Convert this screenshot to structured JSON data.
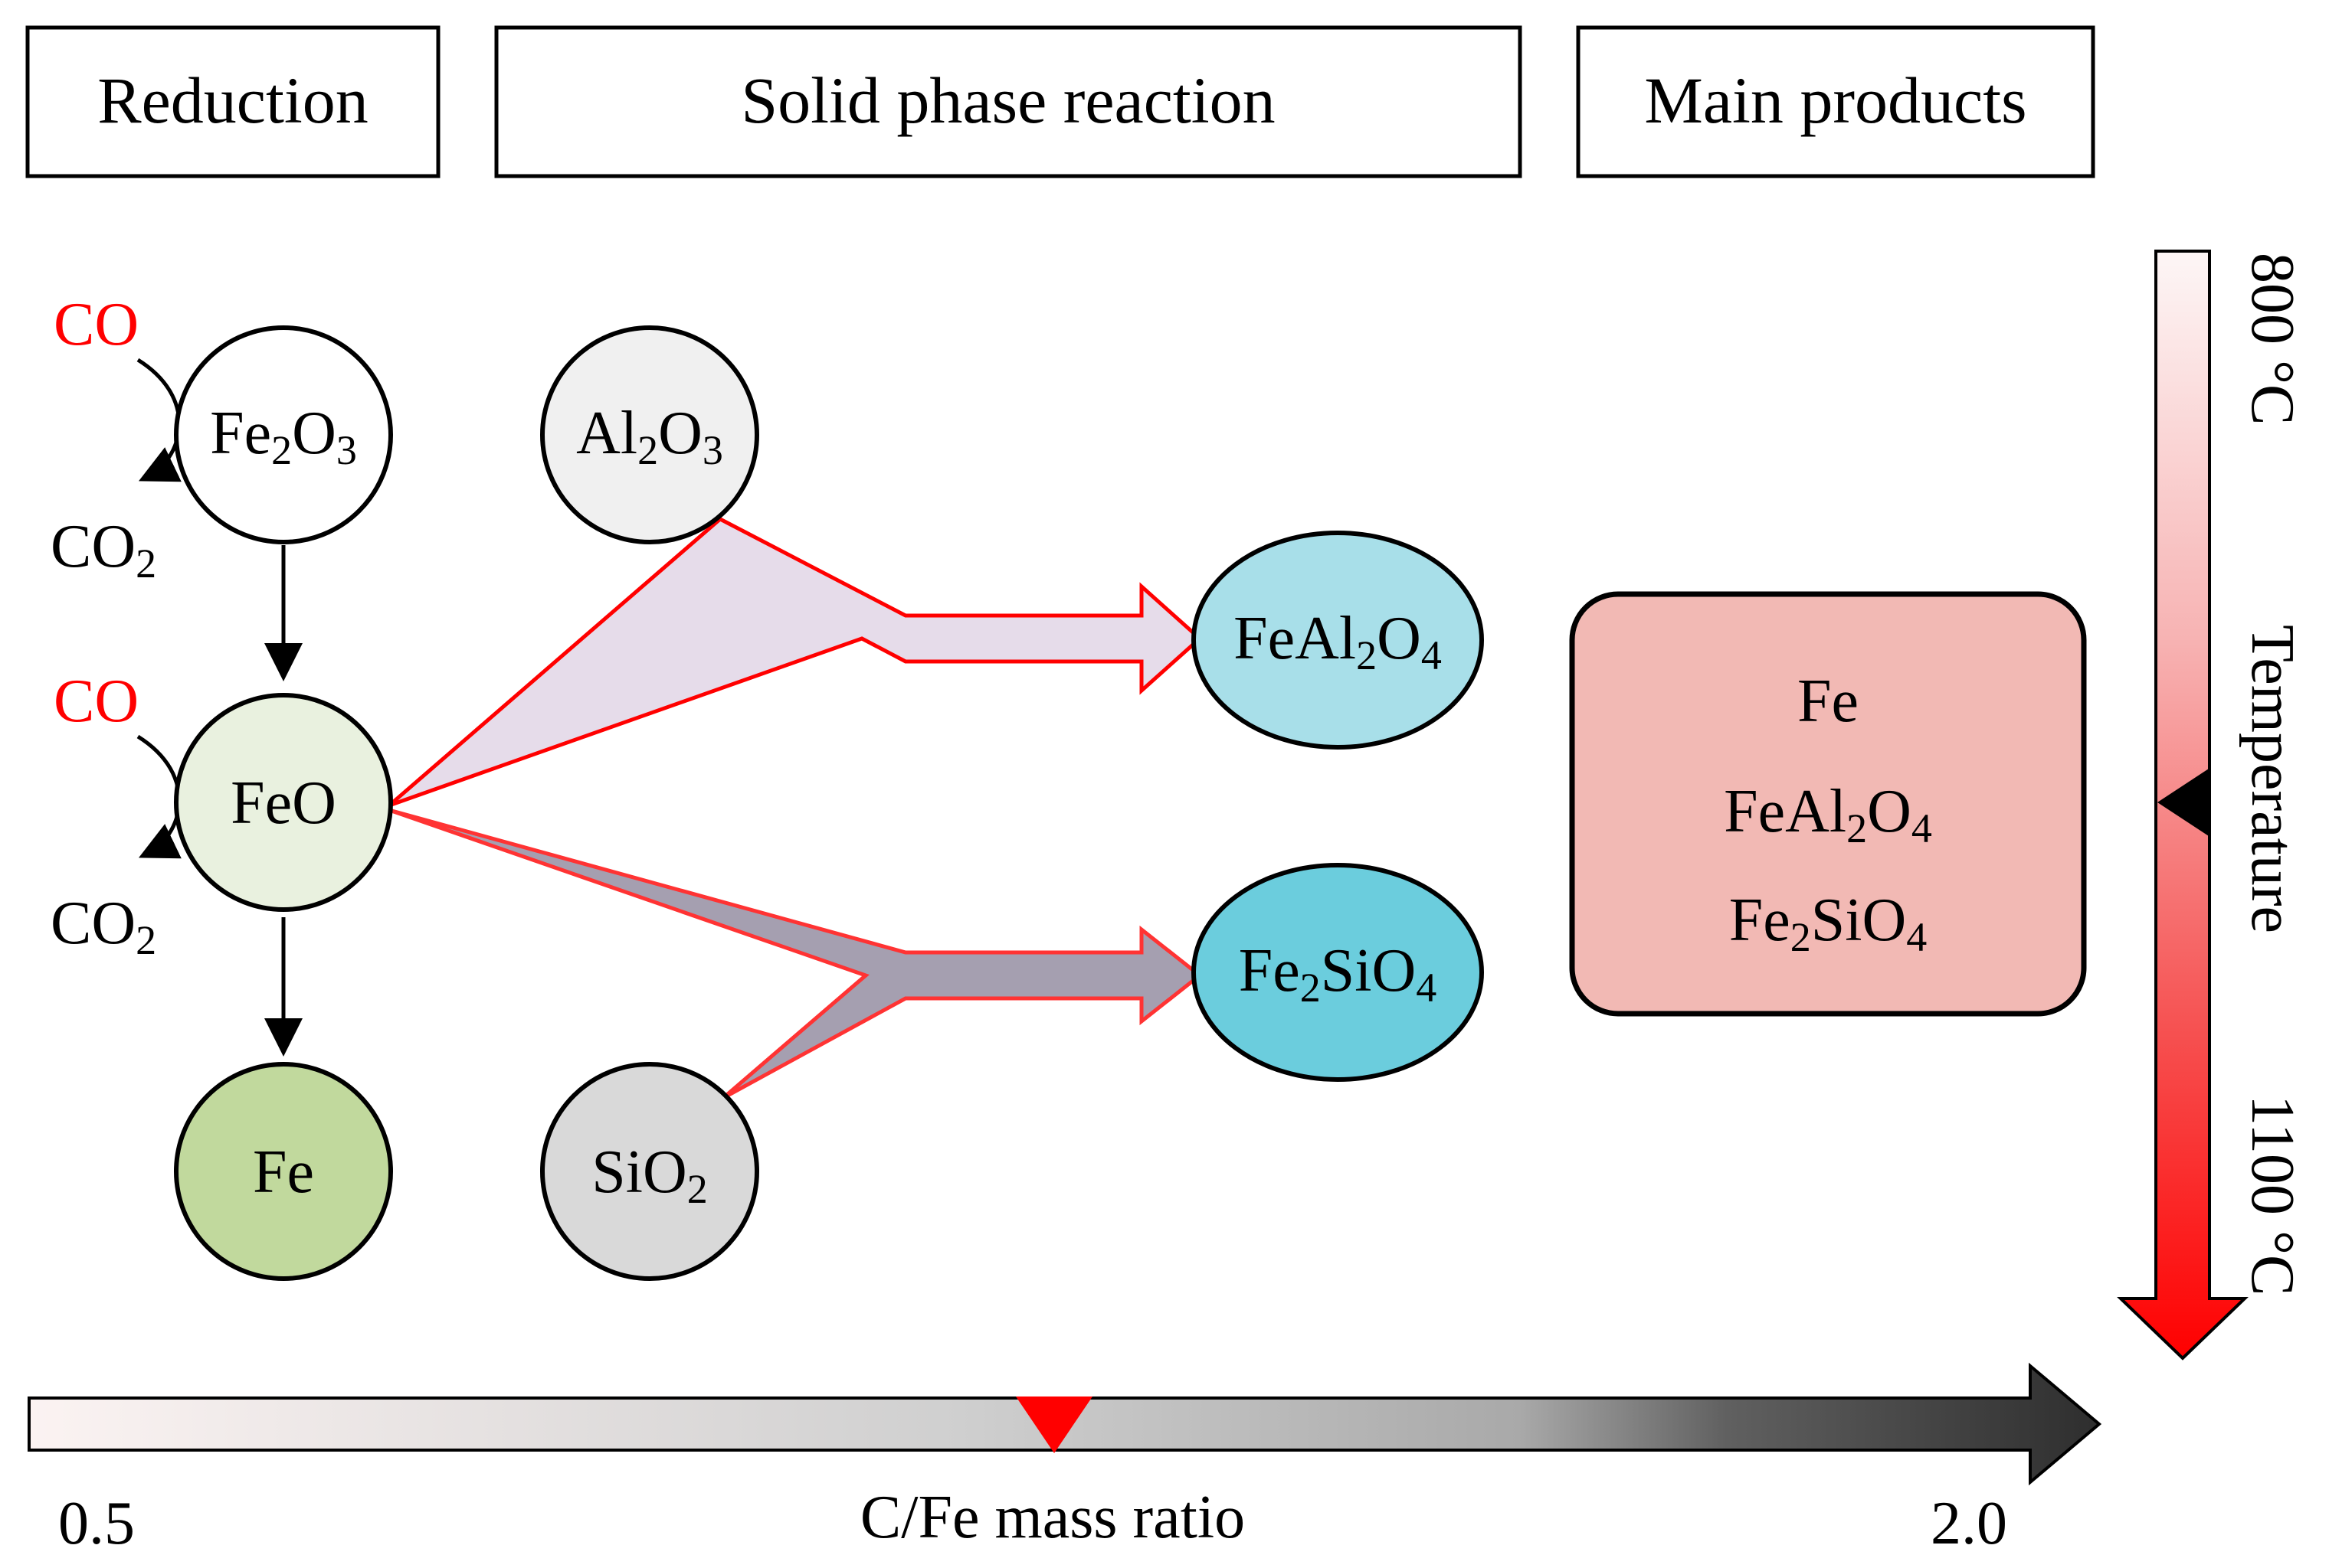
{
  "headers": {
    "reduction": "Reduction",
    "solid_phase": "Solid phase reaction",
    "main_products": "Main products"
  },
  "reduction_chain": {
    "co_top": "CO",
    "co2_top": "CO",
    "co2_top_sub": "2",
    "co_mid": "CO",
    "co2_mid": "CO",
    "co2_mid_sub": "2",
    "fe2o3": [
      "Fe",
      "2",
      "O",
      "3"
    ],
    "feo": "FeO",
    "fe": "Fe"
  },
  "reactants": {
    "al2o3": [
      "Al",
      "2",
      "O",
      "3"
    ],
    "sio2": [
      "SiO",
      "2"
    ]
  },
  "spinels": {
    "feal2o4": [
      "FeAl",
      "2",
      "O",
      "4"
    ],
    "fe2sio4": [
      "Fe",
      "2",
      "SiO",
      "4"
    ]
  },
  "products": {
    "fe": "Fe",
    "feal2o4": [
      "FeAl",
      "2",
      "O",
      "4"
    ],
    "fe2sio4": [
      "Fe",
      "2",
      "SiO",
      "4"
    ]
  },
  "temperature_bar": {
    "label": "Temperature",
    "top_value": "800",
    "top_unit": "°C",
    "bottom_value": "1100",
    "bottom_unit": "°C"
  },
  "ratio_bar": {
    "label": "C/Fe mass ratio",
    "min": "0.5",
    "max": "2.0"
  },
  "colors": {
    "red": "#ff0000",
    "fe2o3_fill": "#ffffff",
    "feo_fill": "#e9f1df",
    "fe_fill": "#c1d99d",
    "al2o3_fill": "#f0f0f0",
    "sio2_fill": "#d9d9d9",
    "feal2o4_fill": "#a8dfe9",
    "fe2sio4_fill": "#6bcddd",
    "products_fill": "#f2b9b4",
    "upper_arrow_fill": "#e6dcea",
    "lower_arrow_fill": "#a59fb0"
  }
}
